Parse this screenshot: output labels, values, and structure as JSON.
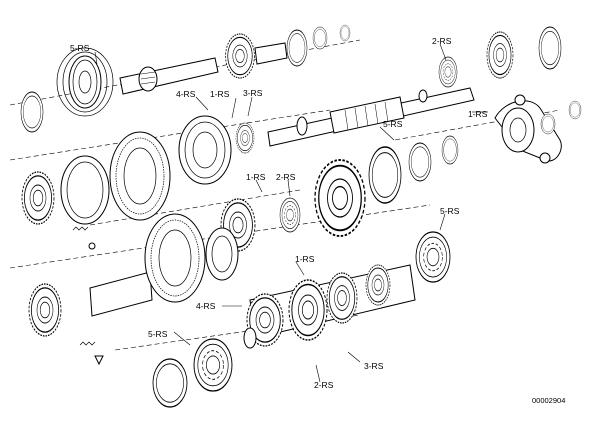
{
  "diagram": {
    "document_number": "00002904",
    "callouts": [
      {
        "id": "c1",
        "label": "5-RS"
      },
      {
        "id": "c2",
        "label": "4-RS"
      },
      {
        "id": "c3",
        "label": "1-RS"
      },
      {
        "id": "c4",
        "label": "3-RS"
      },
      {
        "id": "c5",
        "label": "2-RS"
      },
      {
        "id": "c6",
        "label": "1-RS"
      },
      {
        "id": "c7",
        "label": "5-RS"
      },
      {
        "id": "c8",
        "label": "1-RS"
      },
      {
        "id": "c9",
        "label": "2-RS"
      },
      {
        "id": "c10",
        "label": "5-RS"
      },
      {
        "id": "c11",
        "label": "1-RS"
      },
      {
        "id": "c12",
        "label": "4-RS"
      },
      {
        "id": "c13",
        "label": "5-RS"
      },
      {
        "id": "c14",
        "label": "3-RS"
      },
      {
        "id": "c15",
        "label": "2-RS"
      }
    ]
  }
}
